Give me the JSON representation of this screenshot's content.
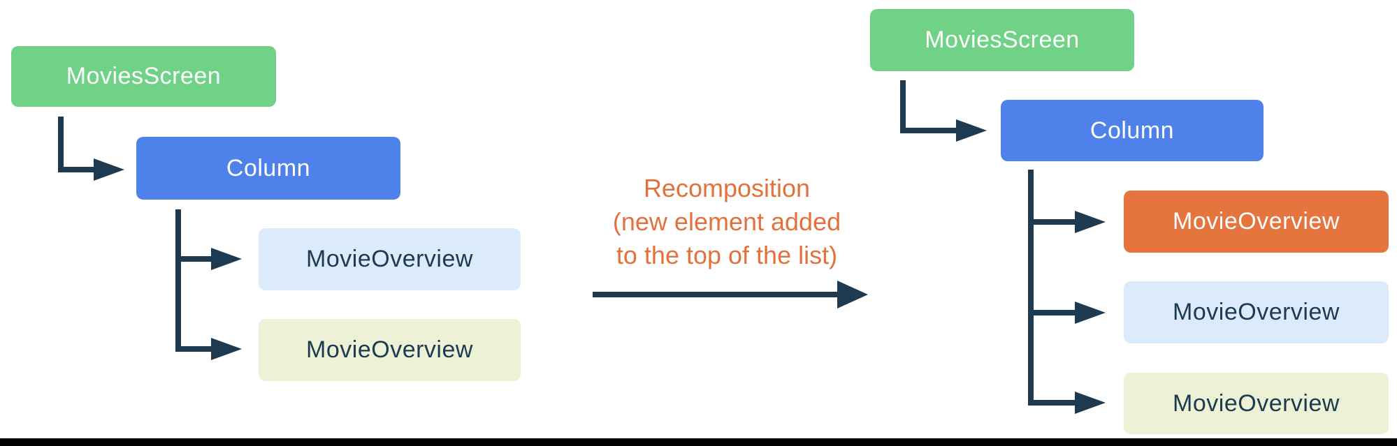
{
  "colors": {
    "connector": "#1D3A50",
    "green": "#6FD287",
    "blue": "#4E82EA",
    "light_blue": "#DBEBFC",
    "light_yellow": "#EDF2D6",
    "orange": "#E5743E",
    "annotation_text": "#E2713C",
    "footer": "#000000"
  },
  "left_tree": {
    "root": {
      "label": "MoviesScreen"
    },
    "column": {
      "label": "Column"
    },
    "children": [
      {
        "label": "MovieOverview"
      },
      {
        "label": "MovieOverview"
      }
    ]
  },
  "right_tree": {
    "root": {
      "label": "MoviesScreen"
    },
    "column": {
      "label": "Column"
    },
    "children": [
      {
        "label": "MovieOverview"
      },
      {
        "label": "MovieOverview"
      },
      {
        "label": "MovieOverview"
      }
    ]
  },
  "annotation": {
    "lines": [
      "Recomposition",
      "(new element added",
      "to the top of the list)"
    ]
  }
}
